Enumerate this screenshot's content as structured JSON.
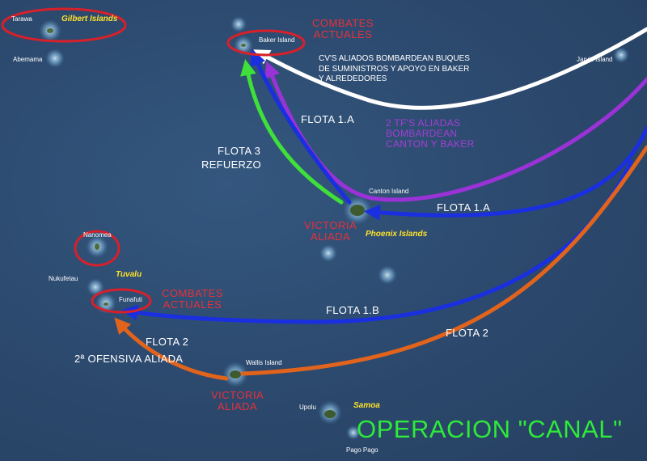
{
  "map": {
    "title": "OPERACION \"CANAL\"",
    "islands": {
      "tarawa": "Tarawa",
      "abemama": "Abemama",
      "baker": "Baker Island",
      "jarvis": "Jarvis Island",
      "canton": "Canton Island",
      "nanomea": "Nanomea",
      "nukufetau": "Nukufetau",
      "funafuti": "Funafuti",
      "wallis": "Wallis Island",
      "upolu": "Upolu",
      "pago_pago": "Pago Pago"
    },
    "island_groups": {
      "gilbert": "Gilbert Islands",
      "phoenix": "Phoenix Islands",
      "tuvalu": "Tuvalu",
      "samoa": "Samoa"
    },
    "annotations": {
      "combates_baker_1": "COMBATES",
      "combates_baker_2": "ACTUALES",
      "combates_funafuti_1": "COMBATES",
      "combates_funafuti_2": "ACTUALES",
      "victoria_canton_1": "VICTORIA",
      "victoria_canton_2": "ALIADA",
      "victoria_wallis_1": "VICTORIA",
      "victoria_wallis_2": "ALIADA",
      "cv_line1": "CV'S ALIADOS BOMBARDEAN BUQUES",
      "cv_line2": "DE SUMINISTROS  Y APOYO EN BAKER",
      "cv_line3": "Y ALREDEDORES",
      "tf_line1": "2 TF'S  ALIADAS",
      "tf_line2": "BOMBARDEAN",
      "tf_line3": "CANTON Y BAKER",
      "flota_1a_top": "FLOTA 1.A",
      "flota_1a_right": "FLOTA 1.A",
      "flota_3_1": "FLOTA 3",
      "flota_3_2": "REFUERZO",
      "flota_1b": "FLOTA 1.B",
      "flota_2_left": "FLOTA 2",
      "flota_2_right": "FLOTA 2",
      "ofensiva": "2ª OFENSIVA ALIADA"
    },
    "colors": {
      "ocean": "#2c4a6e",
      "red_circle": "#d8202a",
      "white_route": "#ffffff",
      "purple_route": "#9b32d8",
      "blue_route": "#1a2fe0",
      "green_route": "#3fe03a",
      "orange_route": "#e2641c",
      "title": "#2eea3a",
      "group_label": "#ffe22a"
    }
  }
}
